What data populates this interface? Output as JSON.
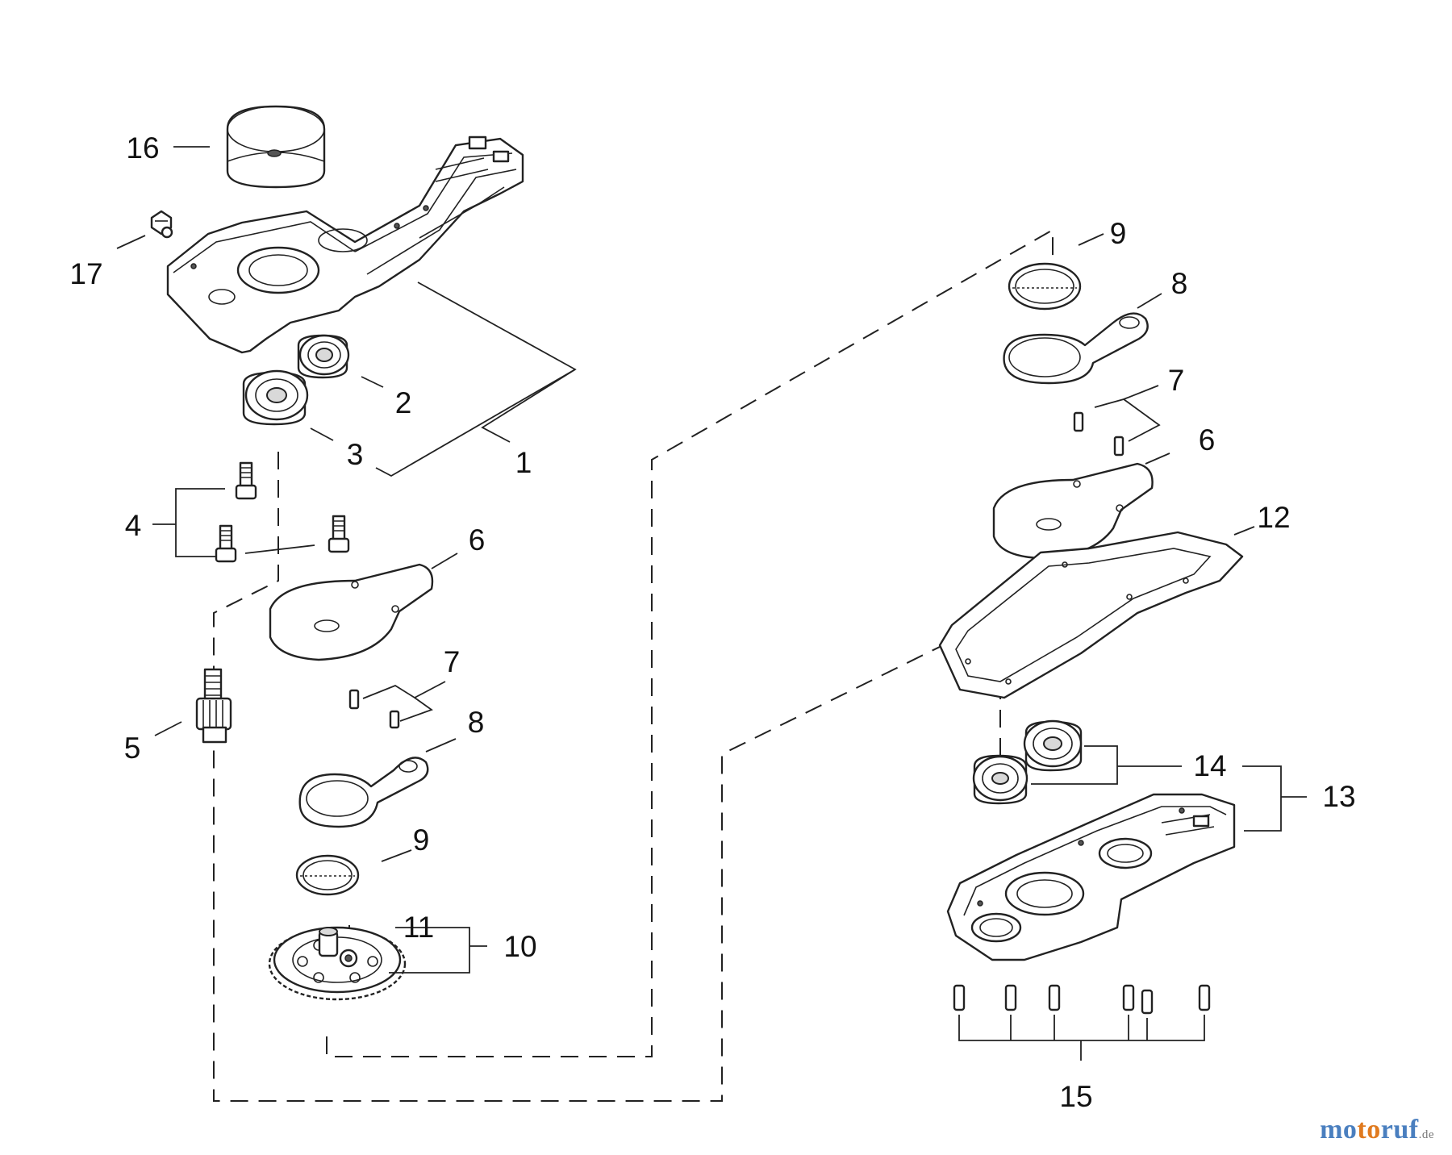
{
  "callouts": [
    {
      "id": "c1",
      "text": "1"
    },
    {
      "id": "c2",
      "text": "2"
    },
    {
      "id": "c3",
      "text": "3"
    },
    {
      "id": "c4",
      "text": "4"
    },
    {
      "id": "c5",
      "text": "5"
    },
    {
      "id": "c6a",
      "text": "6"
    },
    {
      "id": "c7a",
      "text": "7"
    },
    {
      "id": "c8a",
      "text": "8"
    },
    {
      "id": "c9a",
      "text": "9"
    },
    {
      "id": "c10",
      "text": "10"
    },
    {
      "id": "c11",
      "text": "11"
    },
    {
      "id": "c16",
      "text": "16"
    },
    {
      "id": "c17",
      "text": "17"
    },
    {
      "id": "c9b",
      "text": "9"
    },
    {
      "id": "c8b",
      "text": "8"
    },
    {
      "id": "c7b",
      "text": "7"
    },
    {
      "id": "c6b",
      "text": "6"
    },
    {
      "id": "c12",
      "text": "12"
    },
    {
      "id": "c14",
      "text": "14"
    },
    {
      "id": "c13",
      "text": "13"
    },
    {
      "id": "c15",
      "text": "15"
    }
  ],
  "watermark": {
    "part1": "mo",
    "part2": "to",
    "part3": "ruf",
    "tld": ".de"
  }
}
